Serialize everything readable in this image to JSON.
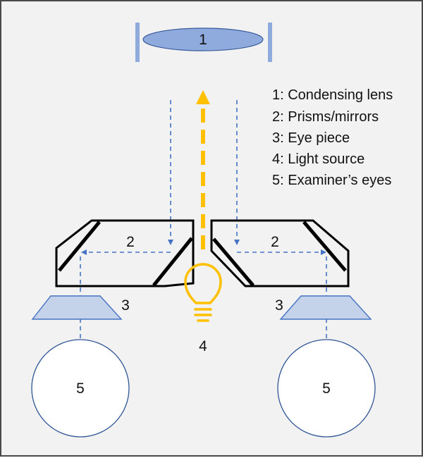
{
  "labels": {
    "lens": "1",
    "prism_left": "2",
    "prism_right": "2",
    "eyepiece_left": "3",
    "eyepiece_right": "3",
    "light": "4",
    "eye_left": "5",
    "eye_right": "5"
  },
  "legend": [
    "1: Condensing lens",
    "2: Prisms/mirrors",
    "3: Eye piece",
    "4: Light source",
    "5: Examiner’s eyes"
  ],
  "colors": {
    "background": "#f2f2f2",
    "border": "#4a4a4a",
    "lens_fill": "#8faadc",
    "lens_stroke": "#3a5a9c",
    "lens_bracket": "#8faadc",
    "ray_dashed": "#4472c4",
    "light_beam": "#ffc000",
    "prism_stroke": "#000000",
    "eyepiece_fill": "#c5d3ea",
    "eyepiece_stroke": "#4472c4",
    "eye_stroke": "#2f5597"
  },
  "icons": {
    "light_source": "lightbulb-icon"
  }
}
